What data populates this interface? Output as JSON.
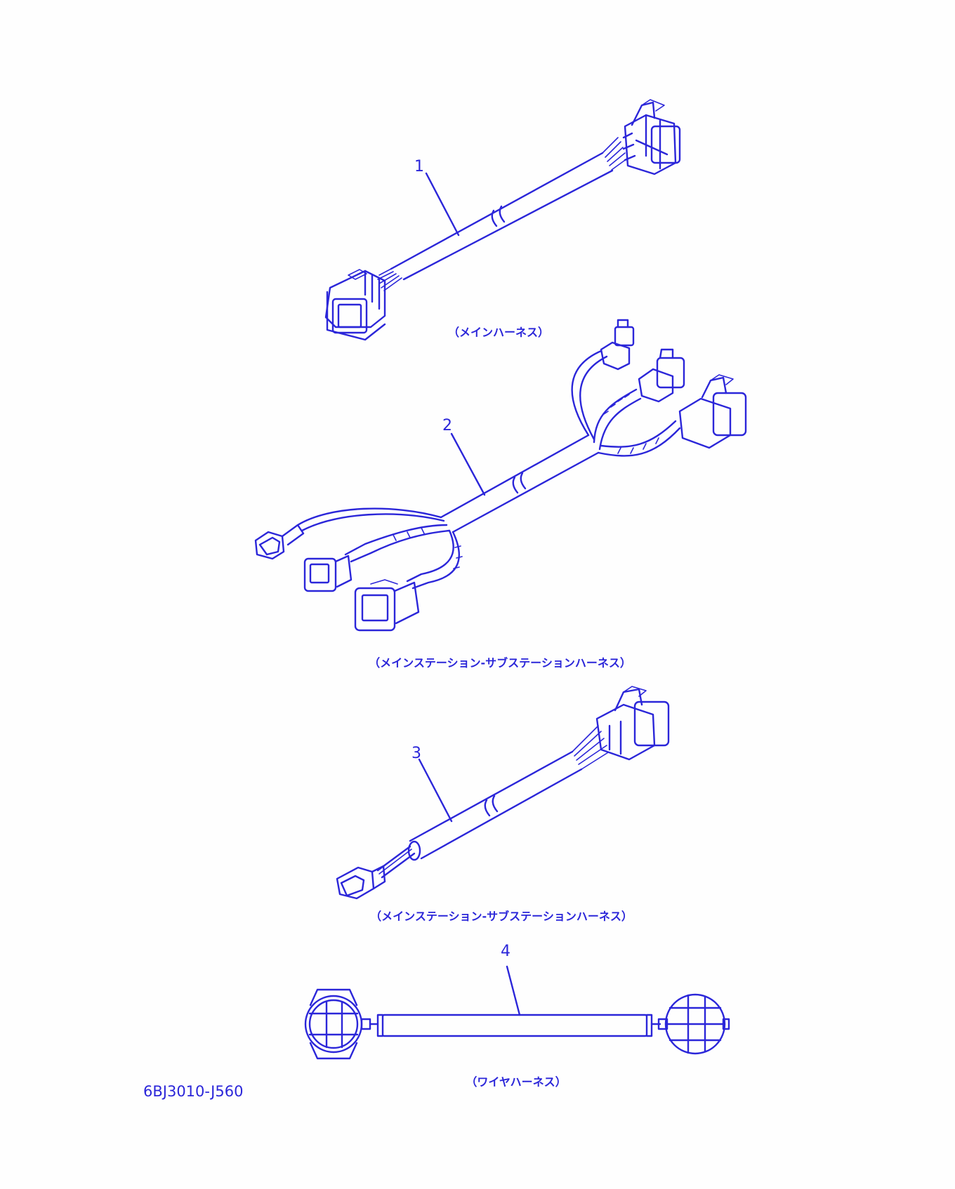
{
  "drawing_code": "6BJ3010-J560",
  "parts": [
    {
      "number": "1",
      "caption": "（メインハーネス）"
    },
    {
      "number": "2",
      "caption": "（メインステーション-サブステーションハーネス）"
    },
    {
      "number": "3",
      "caption": "（メインステーション-サブステーションハーネス）"
    },
    {
      "number": "4",
      "caption": "（ワイヤハーネス）"
    }
  ],
  "colors": {
    "line": "#2b26d9",
    "background": "#fefefe"
  }
}
